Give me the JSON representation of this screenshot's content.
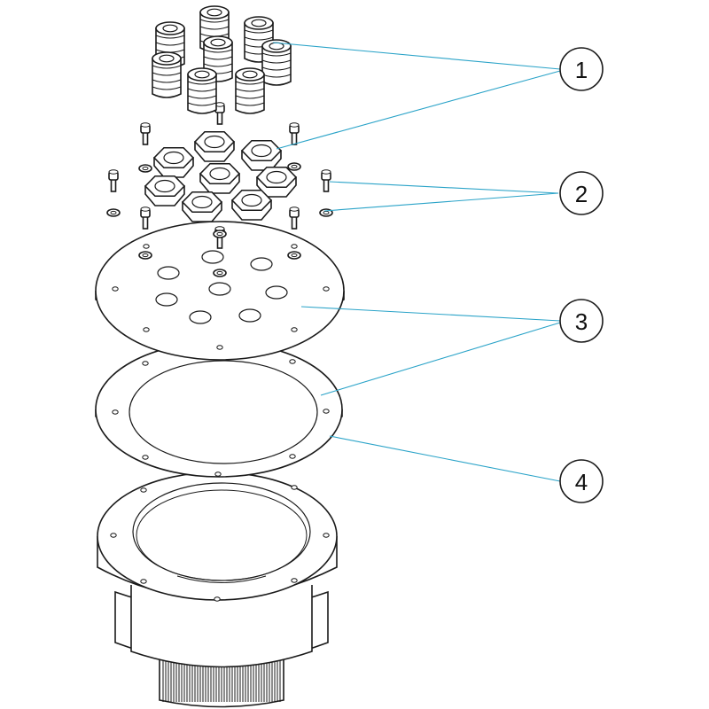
{
  "colors": {
    "leader": "#2aa3c8",
    "outline": "#1a1a1a"
  },
  "callouts": [
    {
      "label": "1",
      "part": "cable-glands"
    },
    {
      "label": "2",
      "part": "nuts-bolts-washers"
    },
    {
      "label": "3",
      "part": "cover-plate-and-gasket-top"
    },
    {
      "label": "4",
      "part": "gasket-ring"
    }
  ]
}
